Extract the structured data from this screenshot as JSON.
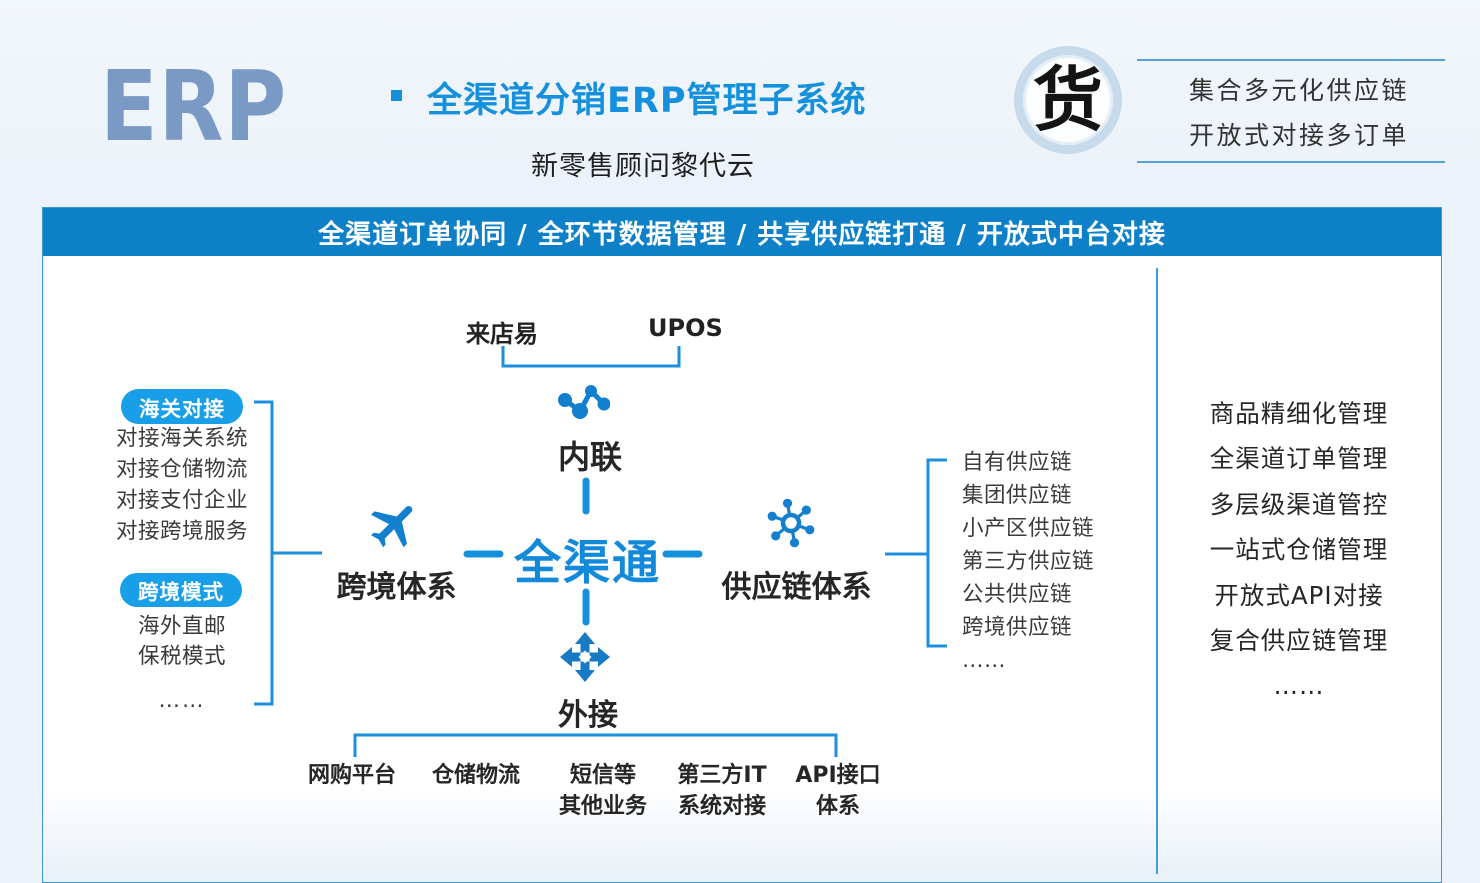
{
  "header": {
    "logo_text": "ERP",
    "title": "全渠道分销ERP管理子系统",
    "subtitle": "新零售顾问黎代云",
    "seal_char": "货",
    "tagline_line1": "集合多元化供应链",
    "tagline_line2": "开放式对接多订单"
  },
  "banner": {
    "text": "全渠道订单协同 / 全环节数据管理 / 共享供应链打通 / 开放式中台对接"
  },
  "diagram": {
    "center": "全渠通",
    "top": {
      "partners": [
        "来店易",
        "UPOS"
      ],
      "node": "内联"
    },
    "left": {
      "node": "跨境体系",
      "customs_badge": "海关对接",
      "customs_items": [
        "对接海关系统",
        "对接仓储物流",
        "对接支付企业",
        "对接跨境服务"
      ],
      "mode_badge": "跨境模式",
      "mode_items": [
        "海外直邮",
        "保税模式",
        "……"
      ]
    },
    "right": {
      "node": "供应链体系",
      "items": [
        "自有供应链",
        "集团供应链",
        "小产区供应链",
        "第三方供应链",
        "公共供应链",
        "跨境供应链",
        "……"
      ]
    },
    "bottom": {
      "node": "外接",
      "items": [
        [
          "网购平台"
        ],
        [
          "仓储物流"
        ],
        [
          "短信等",
          "其他业务"
        ],
        [
          "第三方IT",
          "系统对接"
        ],
        [
          "API接口",
          "体系"
        ]
      ]
    }
  },
  "side_panel": {
    "items": [
      "商品精细化管理",
      "全渠道订单管理",
      "多层级渠道管控",
      "一站式仓储管理",
      "开放式API对接",
      "复合供应链管理",
      "……"
    ]
  },
  "colors": {
    "banner_blue": "#0e80c7",
    "accent_blue": "#1590dc",
    "pill_blue": "#189fe8",
    "center_blue": "#1389d9",
    "erp_logo_blue": "#7b99c5",
    "line_blue": "#1e8fdc",
    "text_dark": "#262626",
    "box_border": "#3a9ad6",
    "background": "#edf3f9"
  }
}
